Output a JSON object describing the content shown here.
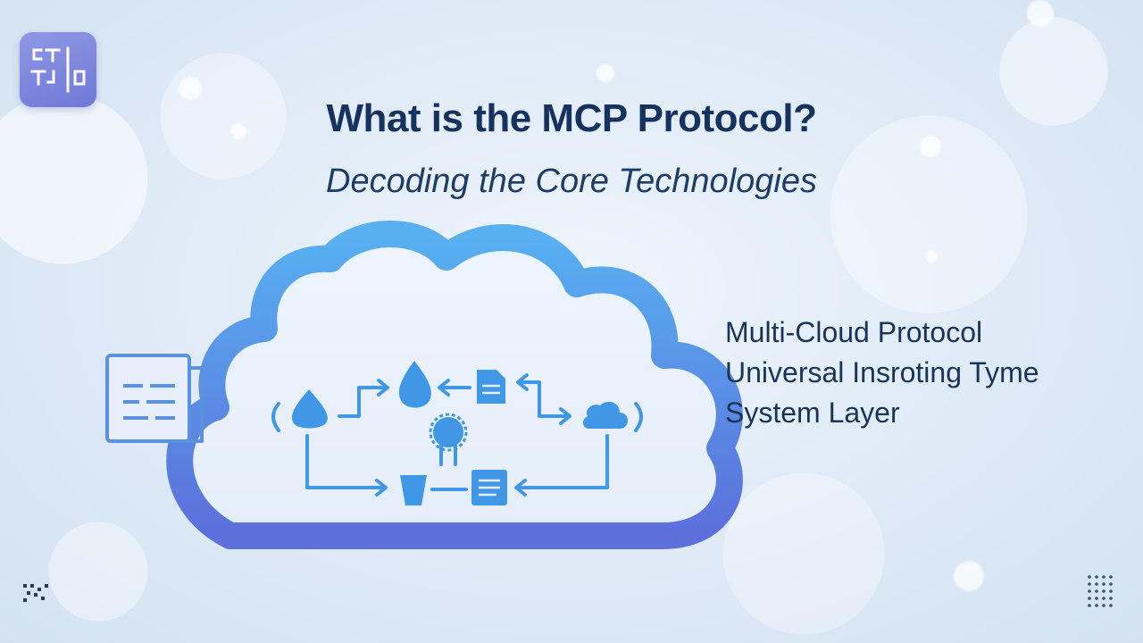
{
  "slide": {
    "title": "What is the MCP Protocol?",
    "subtitle": "Decoding the Core Technologies",
    "terms": [
      "Multi-Cloud Protocol",
      "Universal Insroting Tyme",
      "System Layer"
    ]
  },
  "logo": {
    "rows": [
      "CT",
      "TJO"
    ]
  },
  "colors": {
    "title": "#16335f",
    "cloud_outline_top": "#55a8ee",
    "cloud_outline_bottom": "#5d74dc",
    "icon": "#3f97e6"
  },
  "icons": [
    "document-stack-icon",
    "water-drop-icon",
    "file-icon",
    "award-badge-icon",
    "cloud-icon",
    "cup-icon",
    "list-document-icon"
  ]
}
